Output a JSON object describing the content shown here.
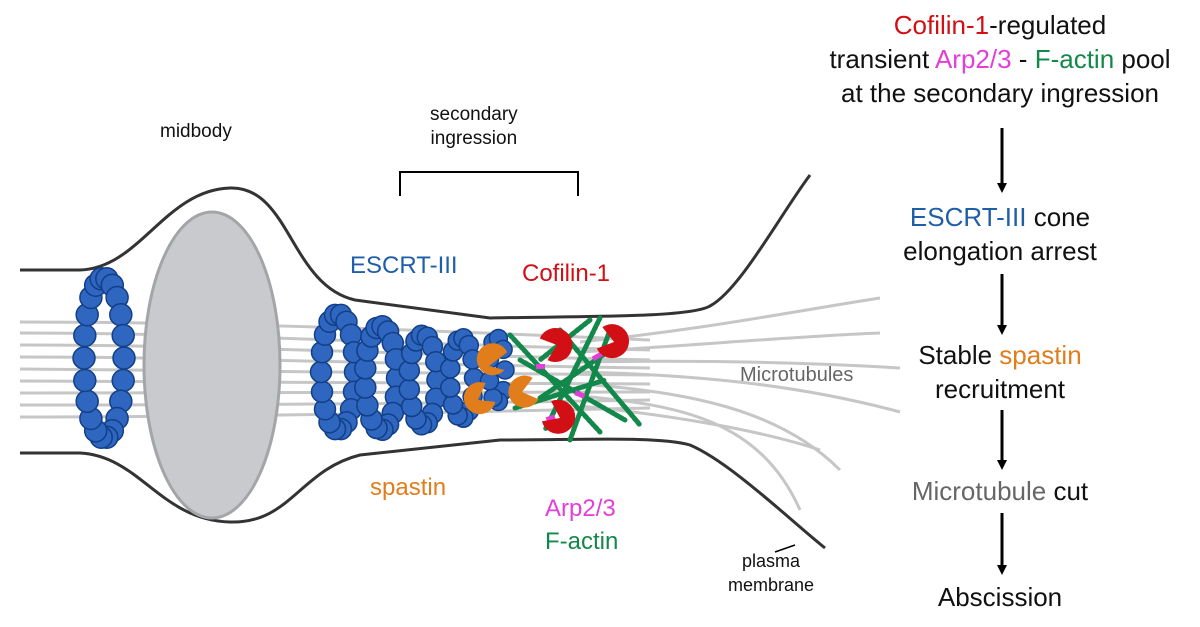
{
  "colors": {
    "escrt": "#1f5ea8",
    "cofilin": "#d10f14",
    "arp": "#e23ed8",
    "factin": "#13884b",
    "spastin": "#e27d1c",
    "microtubule_label": "#666666",
    "membrane": "#333333",
    "midbody_fill": "#c8cacd",
    "bead_fill": "#2f66c0",
    "bead_stroke": "#123f86"
  },
  "labels": {
    "midbody": "midbody",
    "secondary_ingression": "secondary\ningression",
    "escrt": "ESCRT-III",
    "cofilin": "Cofilin-1",
    "spastin": "spastin",
    "arp": "Arp2/3",
    "factin": "F-actin",
    "microtubules": "Microtubules",
    "plasma_membrane": "plasma\nmembrane"
  },
  "flow": {
    "step1": {
      "cofilin": "Cofilin-1",
      "t1": "-regulated",
      "t2": "transient ",
      "arp": "Arp2/3",
      "t3": " - ",
      "factin": "F-actin",
      "t4": " pool",
      "t5": "at the secondary ingression"
    },
    "step2": {
      "escrt": "ESCRT-III",
      "t1": " cone",
      "t2": "elongation arrest"
    },
    "step3": {
      "t1": "Stable ",
      "spastin": "spastin",
      "t2": "recruitment"
    },
    "step4": {
      "mt": "Microtubule",
      "t1": " cut"
    },
    "step5": {
      "t1": "Abscission"
    }
  }
}
